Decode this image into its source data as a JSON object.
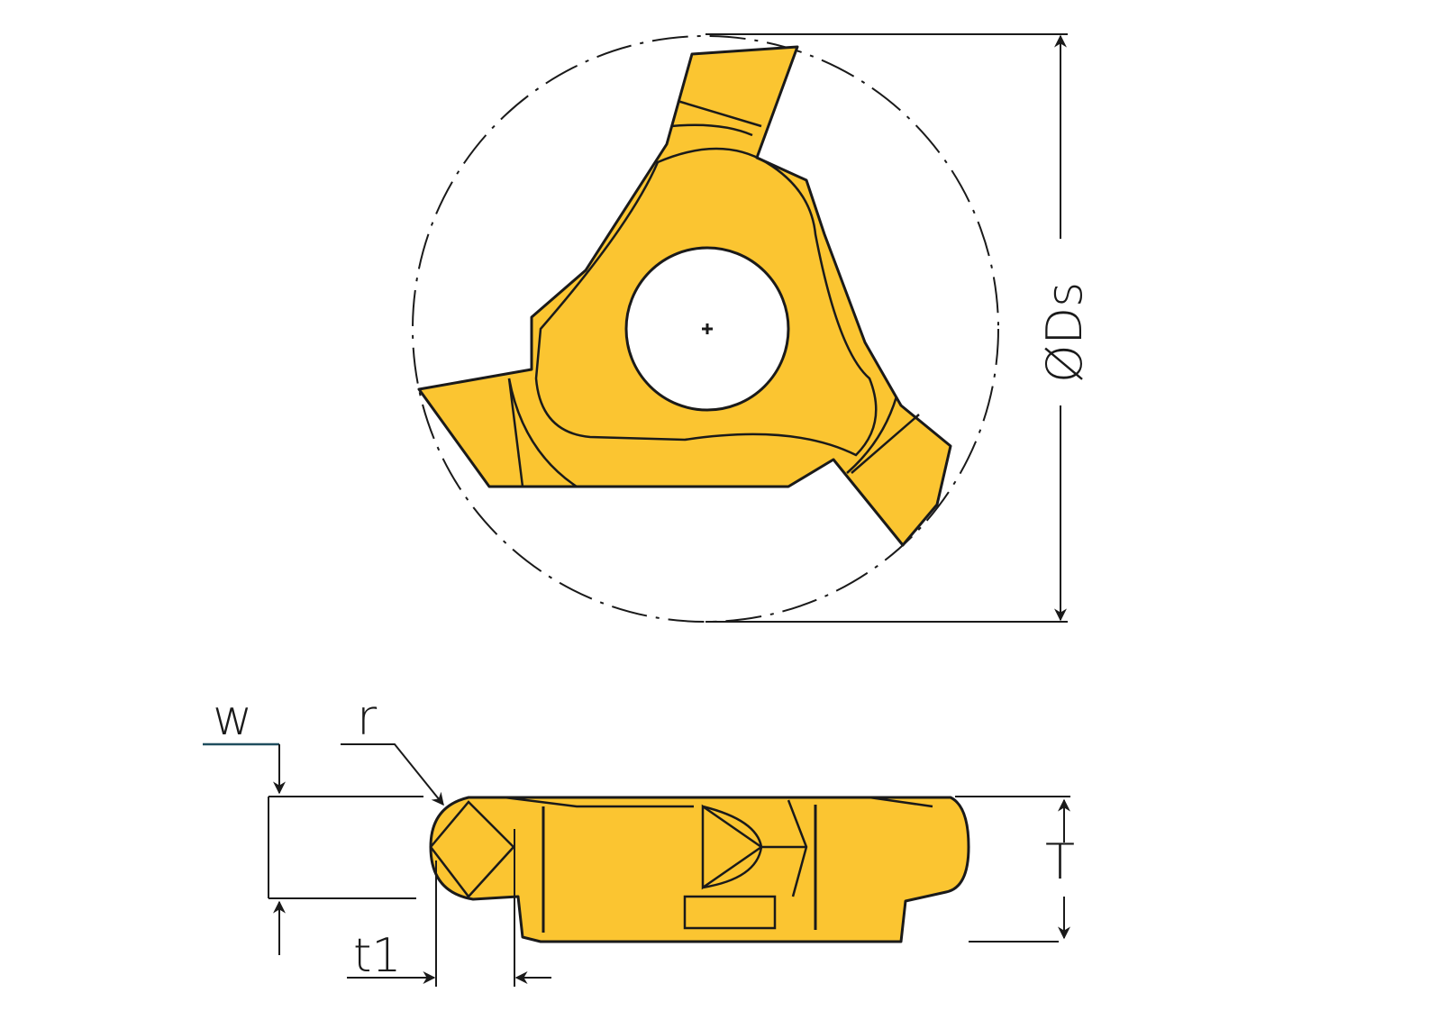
{
  "drawing": {
    "type": "technical-drawing",
    "subject": "3-edge grooving insert",
    "fill_color": "#FBC531",
    "outline_color": "#1a1a1a"
  },
  "top_view": {
    "labels": {
      "diameter": "ØDs"
    }
  },
  "side_view": {
    "labels": {
      "width": "w",
      "radius": "r",
      "depth": "t1",
      "thickness": "T"
    }
  }
}
